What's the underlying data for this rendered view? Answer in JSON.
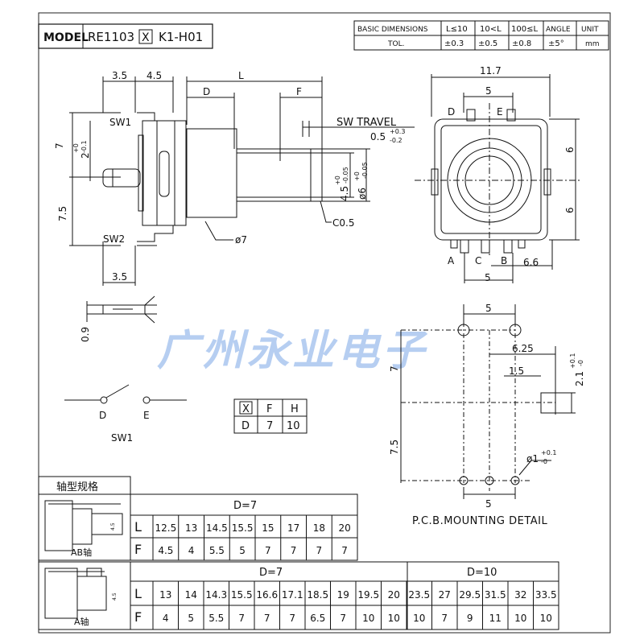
{
  "header": {
    "model_label": "MODEL",
    "model_prefix": "RE1103",
    "model_box": "X",
    "model_suffix": "K1-H01",
    "tolerance": {
      "basic_dimensions": "BASIC DIMENSIONS",
      "tol": "TOL.",
      "col1": "L≤10",
      "col2": "10<L",
      "col3": "100≤L",
      "col4": "ANGLE",
      "col5": "UNIT",
      "val1": "±0.3",
      "val2": "±0.5",
      "val3": "±0.8",
      "val4": "±5°",
      "val5": "mm"
    }
  },
  "side_view": {
    "d35_top": "3.5",
    "d45_top": "4.5",
    "dL": "L",
    "dD": "D",
    "dF": "F",
    "sw1": "SW1",
    "sw2": "SW2",
    "sw_travel": "SW TRAVEL",
    "sw_travel_val": "0.5",
    "sw_travel_tol_up": "+0.3",
    "sw_travel_tol_dn": "-0.2",
    "d7": "7",
    "d2": "2",
    "d2_tol_up": "+0",
    "d2_tol_dn": "-0.1",
    "d75": "7.5",
    "d45_shaft": "4.5",
    "d45_shaft_tol_up": "+0",
    "d45_shaft_tol_dn": "-0.05",
    "d6_shaft": "ø6",
    "d6_shaft_tol_up": "+0",
    "d6_shaft_tol_dn": "-0.05",
    "c05": "C0.5",
    "dia7": "ø7",
    "d35_bottom": "3.5",
    "d09": "0.9"
  },
  "front_view": {
    "d117": "11.7",
    "d5_top": "5",
    "pinD": "D",
    "pinE": "E",
    "d6_top": "6",
    "d6_bot": "6",
    "pinA": "A",
    "pinC": "C",
    "pinB": "B",
    "d66": "6.6",
    "d5_bot": "5"
  },
  "watermark": "广州永业电子",
  "switch": {
    "labelD": "D",
    "labelE": "E",
    "name": "SW1",
    "table_head": [
      "X",
      "F",
      "H"
    ],
    "table_row": [
      "D",
      "7",
      "10"
    ]
  },
  "pcb": {
    "d5_top": "5",
    "d625": "6.25",
    "d15": "1.5",
    "d21": "2.1",
    "d21_tol_up": "+0.1",
    "d21_tol_dn": "-0",
    "d7": "7",
    "d75": "7.5",
    "d1": "ø1",
    "d1_tol_up": "+0.1",
    "d1_tol_dn": "-0",
    "d5_bot": "5",
    "title": "P.C.B.MOUNTING DETAIL"
  },
  "tables": {
    "caption": "轴型规格",
    "t1": {
      "thumb_label": "AB轴",
      "header": "D=7",
      "rows": [
        {
          "label": "L",
          "values": [
            "12.5",
            "13",
            "14.5",
            "15.5",
            "15",
            "17",
            "18",
            "20"
          ]
        },
        {
          "label": "F",
          "values": [
            "4.5",
            "4",
            "5.5",
            "5",
            "7",
            "7",
            "7",
            "7"
          ]
        }
      ]
    },
    "t2": {
      "thumb_label": "A轴",
      "header_left": "D=7",
      "header_right": "D=10",
      "rows": [
        {
          "label": "L",
          "values": [
            "13",
            "14",
            "14.3",
            "15.5",
            "16.6",
            "17.1",
            "18.5",
            "19",
            "19.5",
            "20",
            "23.5",
            "27",
            "29.5",
            "31.5",
            "32",
            "33.5"
          ]
        },
        {
          "label": "F",
          "values": [
            "4",
            "5",
            "5.5",
            "7",
            "7",
            "7",
            "6.5",
            "7",
            "10",
            "10",
            "10",
            "7",
            "9",
            "11",
            "10",
            "10"
          ]
        }
      ]
    }
  }
}
